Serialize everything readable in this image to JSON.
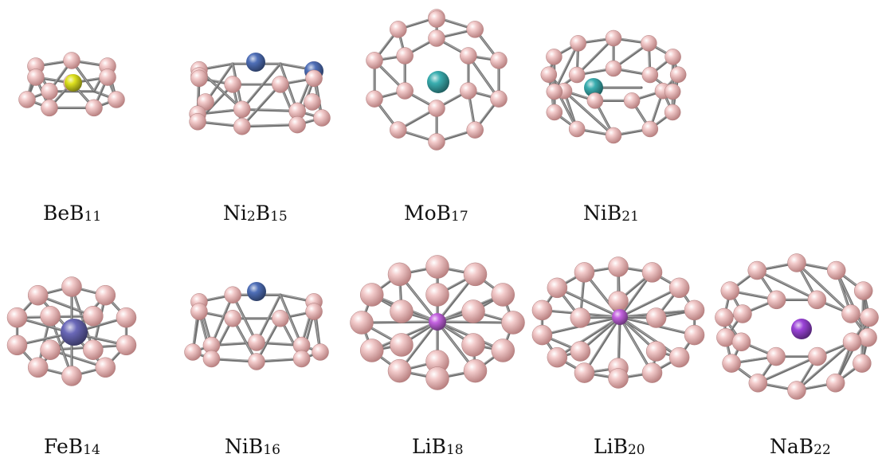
{
  "clusters": [
    {
      "element": "Be",
      "element_count": "",
      "boron": "B",
      "boron_count": "11",
      "dopant_color": "#dfe21e"
    },
    {
      "element": "Ni",
      "element_count": "2",
      "boron": "B",
      "boron_count": "15",
      "dopant_color": "#4f6fb8"
    },
    {
      "element": "Mo",
      "element_count": "",
      "boron": "B",
      "boron_count": "17",
      "dopant_color": "#3aaeb0"
    },
    {
      "element": "Ni",
      "element_count": "",
      "boron": "B",
      "boron_count": "21",
      "dopant_color": "#3aaeb0"
    },
    {
      "element": "Fe",
      "element_count": "",
      "boron": "B",
      "boron_count": "14",
      "dopant_color": "#6a68b8"
    },
    {
      "element": "Ni",
      "element_count": "",
      "boron": "B",
      "boron_count": "16",
      "dopant_color": "#4f6fb8"
    },
    {
      "element": "Li",
      "element_count": "",
      "boron": "B",
      "boron_count": "18",
      "dopant_color": "#c462e0"
    },
    {
      "element": "Li",
      "element_count": "",
      "boron": "B",
      "boron_count": "20",
      "dopant_color": "#c462e0"
    },
    {
      "element": "Na",
      "element_count": "",
      "boron": "B",
      "boron_count": "22",
      "dopant_color": "#9b43d8"
    }
  ],
  "colors": {
    "boron": "#e9b4b4",
    "bond": "#707070"
  }
}
